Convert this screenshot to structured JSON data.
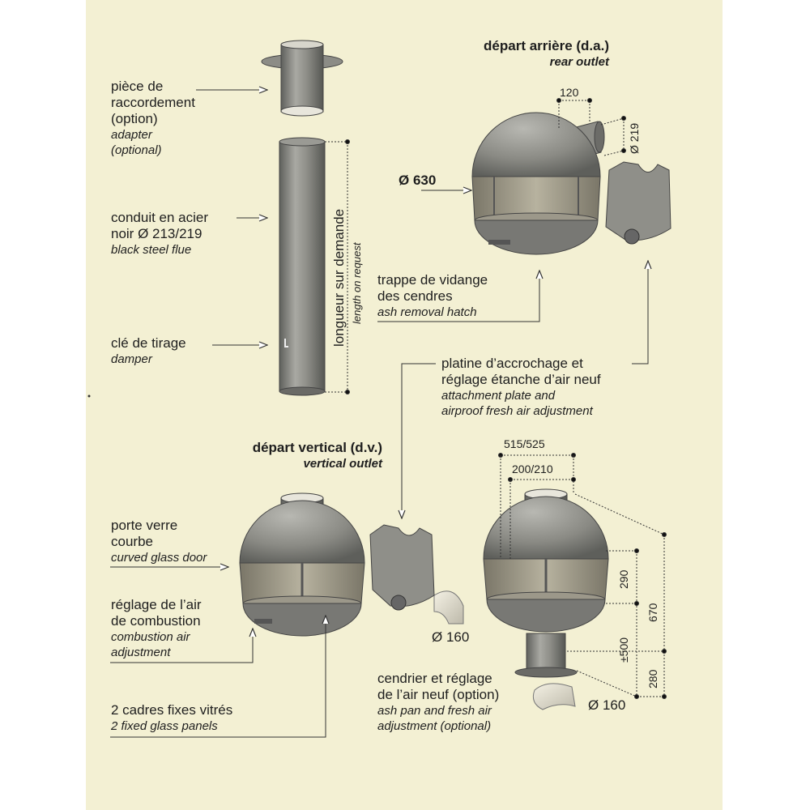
{
  "labels": {
    "adapter": {
      "fr1": "pièce de",
      "fr2": "raccordement",
      "fr3": "(option)",
      "en1": "adapter",
      "en2": "(optional)"
    },
    "flue": {
      "fr1": "conduit en acier",
      "fr2": "noir Ø 213/219",
      "en": "black steel flue"
    },
    "damper": {
      "fr": "clé de tirage",
      "en": "damper"
    },
    "length": {
      "fr": "longueur sur demande",
      "en": "length on request"
    },
    "rear": {
      "fr": "départ arrière (d.a.)",
      "en": "rear outlet"
    },
    "diameter_630": "Ø 630",
    "hatch": {
      "fr1": "trappe de vidange",
      "fr2": "des cendres",
      "en": "ash removal hatch"
    },
    "plate": {
      "fr1": "platine d’accrochage et",
      "fr2": "réglage étanche d’air neuf",
      "en1": "attachment plate and",
      "en2": "airproof fresh air adjustment"
    },
    "vertical": {
      "fr": "départ vertical (d.v.)",
      "en": "vertical outlet"
    },
    "door": {
      "fr1": "porte verre",
      "fr2": "courbe",
      "en": "curved glass door"
    },
    "combustion": {
      "fr1": "réglage de l’air",
      "fr2": "de combustion",
      "en1": "combustion air",
      "en2": "adjustment"
    },
    "panels": {
      "fr": "2 cadres fixes vitrés",
      "en": "2 fixed glass panels"
    },
    "ashpan": {
      "fr1": "cendrier et réglage",
      "fr2": "de l’air neuf (option)",
      "en1": "ash pan and fresh air",
      "en2": "adjustment (optional)"
    }
  },
  "dimensions": {
    "d120": "120",
    "d219": "Ø 219",
    "d160a": "Ø 160",
    "d515": "515/525",
    "d200": "200/210",
    "d290": "290",
    "d500": "±500",
    "d670": "670",
    "d280": "280",
    "d160b": "Ø 160"
  },
  "colors": {
    "paper": "#f3f0d3",
    "metal": "#8a8a84",
    "text": "#1e1e1e"
  }
}
